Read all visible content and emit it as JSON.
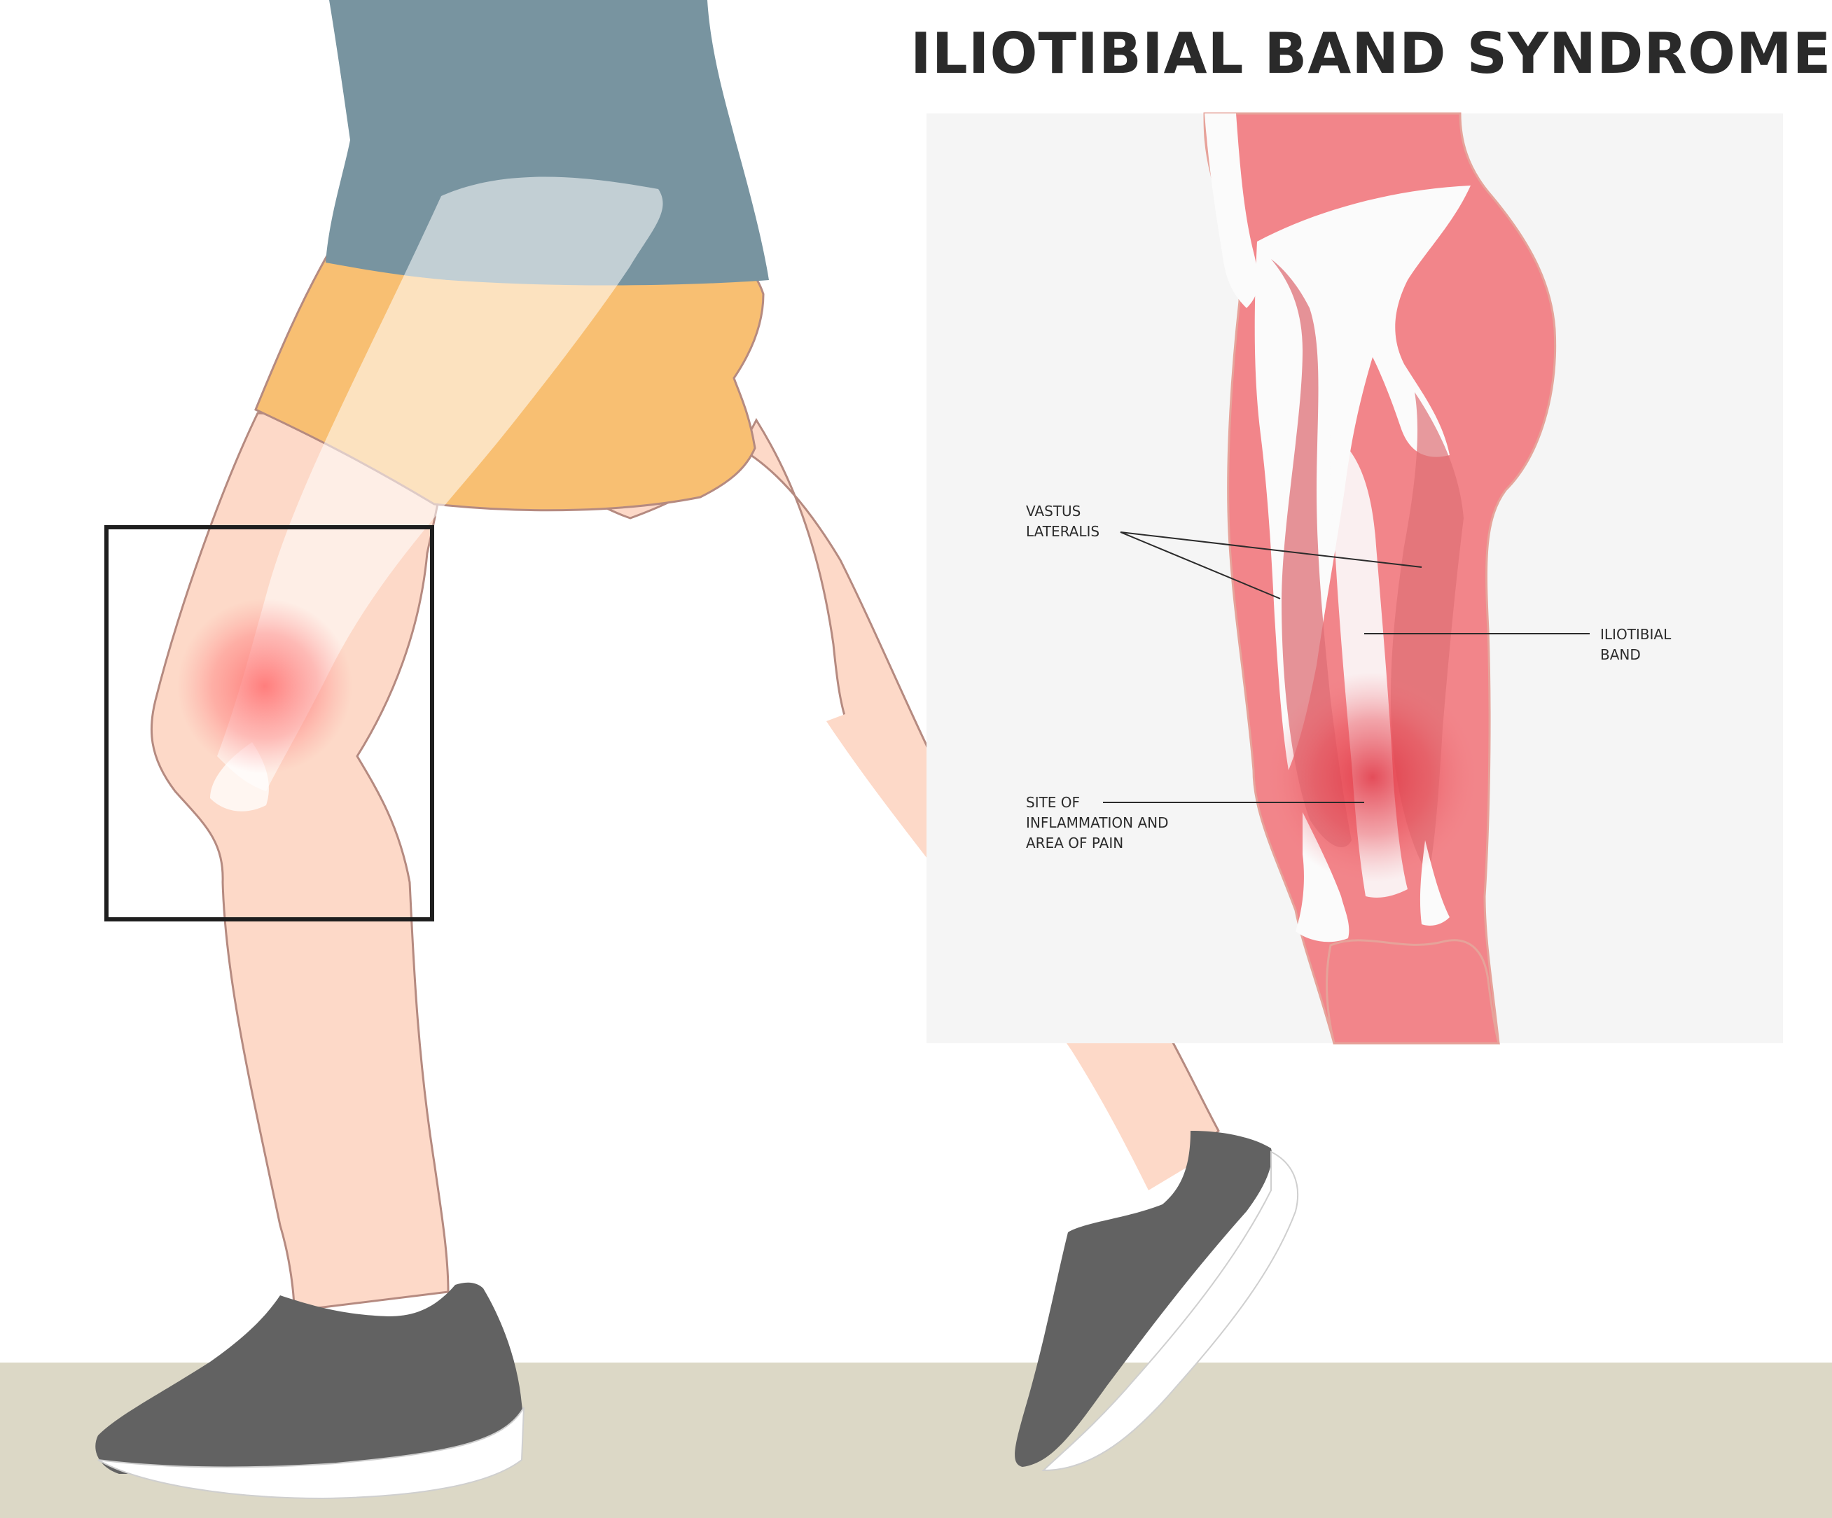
{
  "title": "ILIOTIBIAL BAND SYNDROME",
  "labels": {
    "vastus_lateralis": [
      "VASTUS",
      "LATERALIS"
    ],
    "iliotibial_band": [
      "ILIOTIBIAL",
      "BAND"
    ],
    "site_of_inflammation": [
      "SITE OF",
      "INFLAMMATION AND",
      "AREA OF PAIN"
    ]
  },
  "colors": {
    "skin": "#fdd9c8",
    "skin_outline": "#b58a80",
    "shirt": "#7894a0",
    "shorts": "#f8bf72",
    "shoe": "#626262",
    "sole": "#ffffff",
    "ground": "#dcd8c6",
    "muscle": "#f2858a",
    "muscle_dark": "#de6f75",
    "tendon": "#fbfbfb",
    "inflammation": "#ff5a5a",
    "inset_bg": "#f5f5f5",
    "highlight_frame": "#1e1e1e"
  }
}
